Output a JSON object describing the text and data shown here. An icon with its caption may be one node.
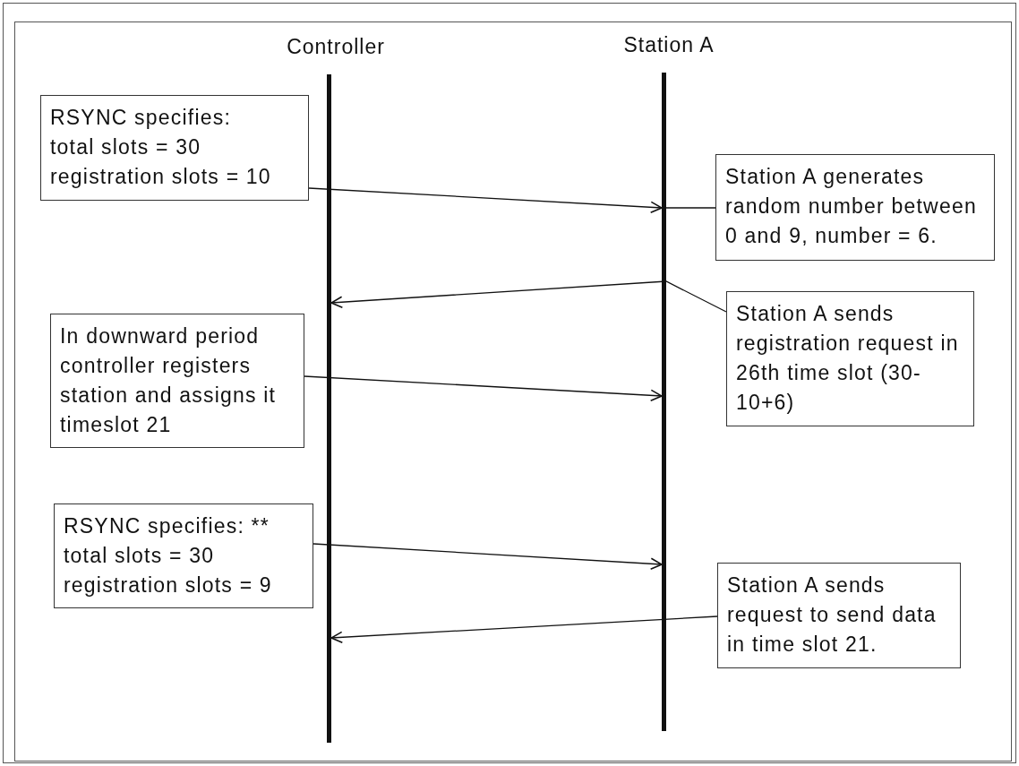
{
  "diagram": {
    "nodes": [
      {
        "text": [
          "Controller"
        ]
      },
      {
        "text": [
          "Station A"
        ]
      },
      {
        "text": [],
        "shape": "bar"
      },
      {
        "text": [],
        "shape": "bar"
      },
      {
        "text": [
          "RSYNC specifies:",
          "total slots = 30",
          "registration slots = 10"
        ]
      },
      {
        "text": [
          "Station A generates random number between 0 and 9, number = 6."
        ]
      },
      {
        "text": [
          "Station A sends registration request in 26th time slot (30-10+6)"
        ]
      },
      {
        "text": [
          "In downward period controller registers station and assigns it timeslot 21"
        ]
      },
      {
        "text": [
          "RSYNC specifies: **",
          "total slots = 30",
          "registration slots = 9"
        ]
      },
      {
        "text": [
          "Station A sends request to send data in time slot 21."
        ]
      }
    ],
    "edges": [
      {
        "from": 4,
        "to": 3,
        "arrow": "to"
      },
      {
        "from": 3,
        "to": 5,
        "arrow": "none"
      },
      {
        "from": 6,
        "to": 2,
        "arrow": "to"
      },
      {
        "from": 7,
        "to": 3,
        "arrow": "to"
      },
      {
        "from": 8,
        "to": 3,
        "arrow": "to"
      },
      {
        "from": 9,
        "to": 2,
        "arrow": "to"
      }
    ]
  }
}
